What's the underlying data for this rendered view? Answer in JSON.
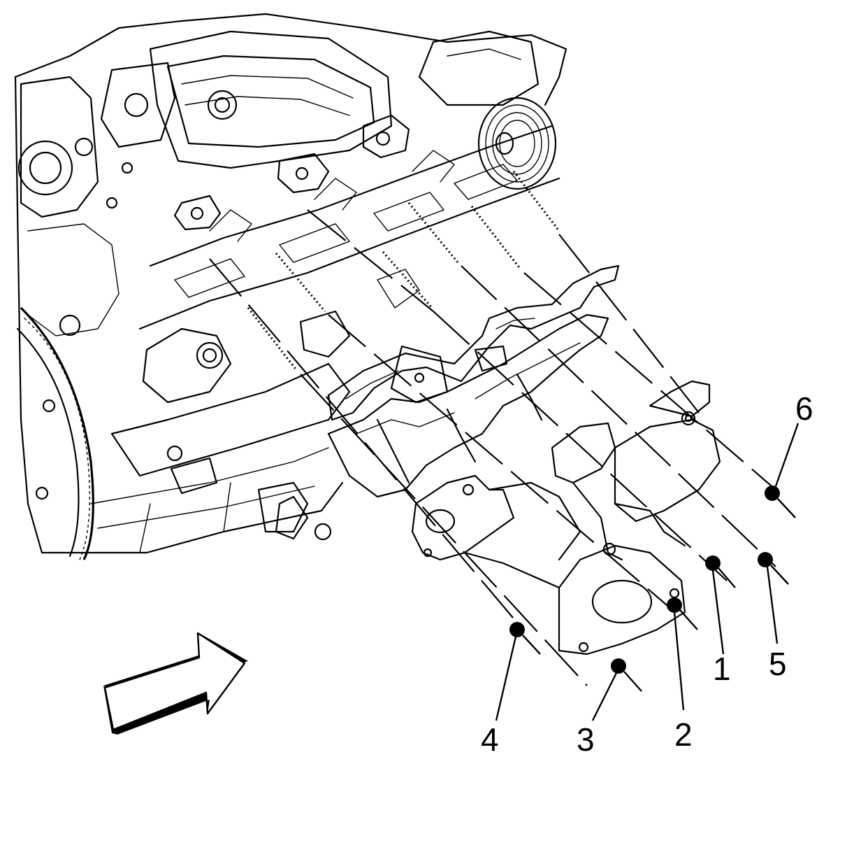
{
  "callouts": [
    {
      "id": "1",
      "label": "1"
    },
    {
      "id": "2",
      "label": "2"
    },
    {
      "id": "3",
      "label": "3"
    },
    {
      "id": "4",
      "label": "4"
    },
    {
      "id": "5",
      "label": "5"
    },
    {
      "id": "6",
      "label": "6"
    }
  ],
  "colors": {
    "line": "#000000",
    "background": "#ffffff"
  },
  "icons": {
    "direction_arrow": "front-direction-arrow-icon"
  }
}
